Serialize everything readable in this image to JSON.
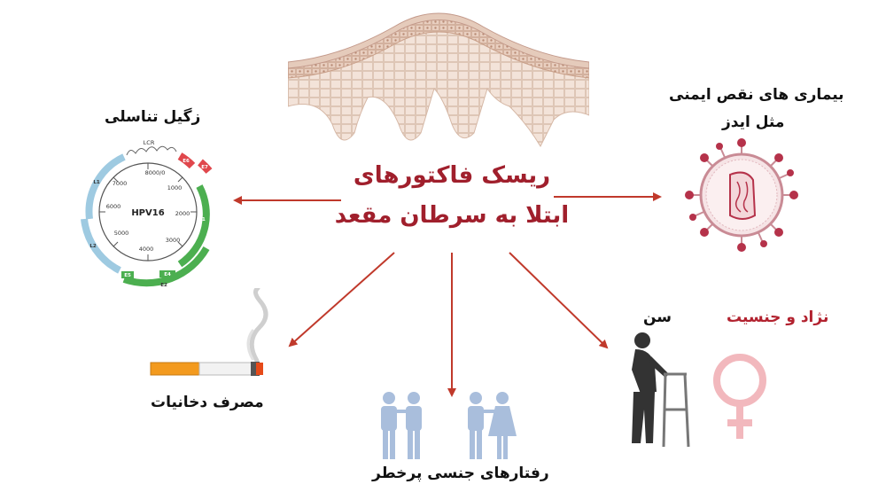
{
  "center": {
    "line1": "ریسک فاکتورهای",
    "line2": "ابتلا به سرطان مقعد"
  },
  "factors": {
    "genital_warts": "زگیل تناسلی",
    "immune_line1": "بیماری های نقص ایمنی",
    "immune_line2": "مثل ایدز",
    "smoking": "مصرف دخانیات",
    "sexual_behavior": "رفتارهای جنسی پرخطر",
    "age": "سن",
    "race_gender": "نژاد و جنسیت"
  },
  "hpv_map": {
    "name": "HPV16",
    "lcr": "LCR",
    "ticks": [
      "8000/0",
      "1000",
      "2000",
      "3000",
      "4000",
      "5000",
      "6000",
      "7000"
    ],
    "genes": [
      "E6",
      "E7",
      "E1",
      "E2",
      "E4",
      "E5",
      "L2",
      "L1"
    ]
  },
  "colors": {
    "accent": "#b2222f",
    "arrow": "#c0392b",
    "late_genes": "#9ecae1",
    "early_green": "#4caf50",
    "oncogenes": "#e0474c",
    "people": "#a9bedc",
    "female_symbol": "#f2b8bd"
  }
}
